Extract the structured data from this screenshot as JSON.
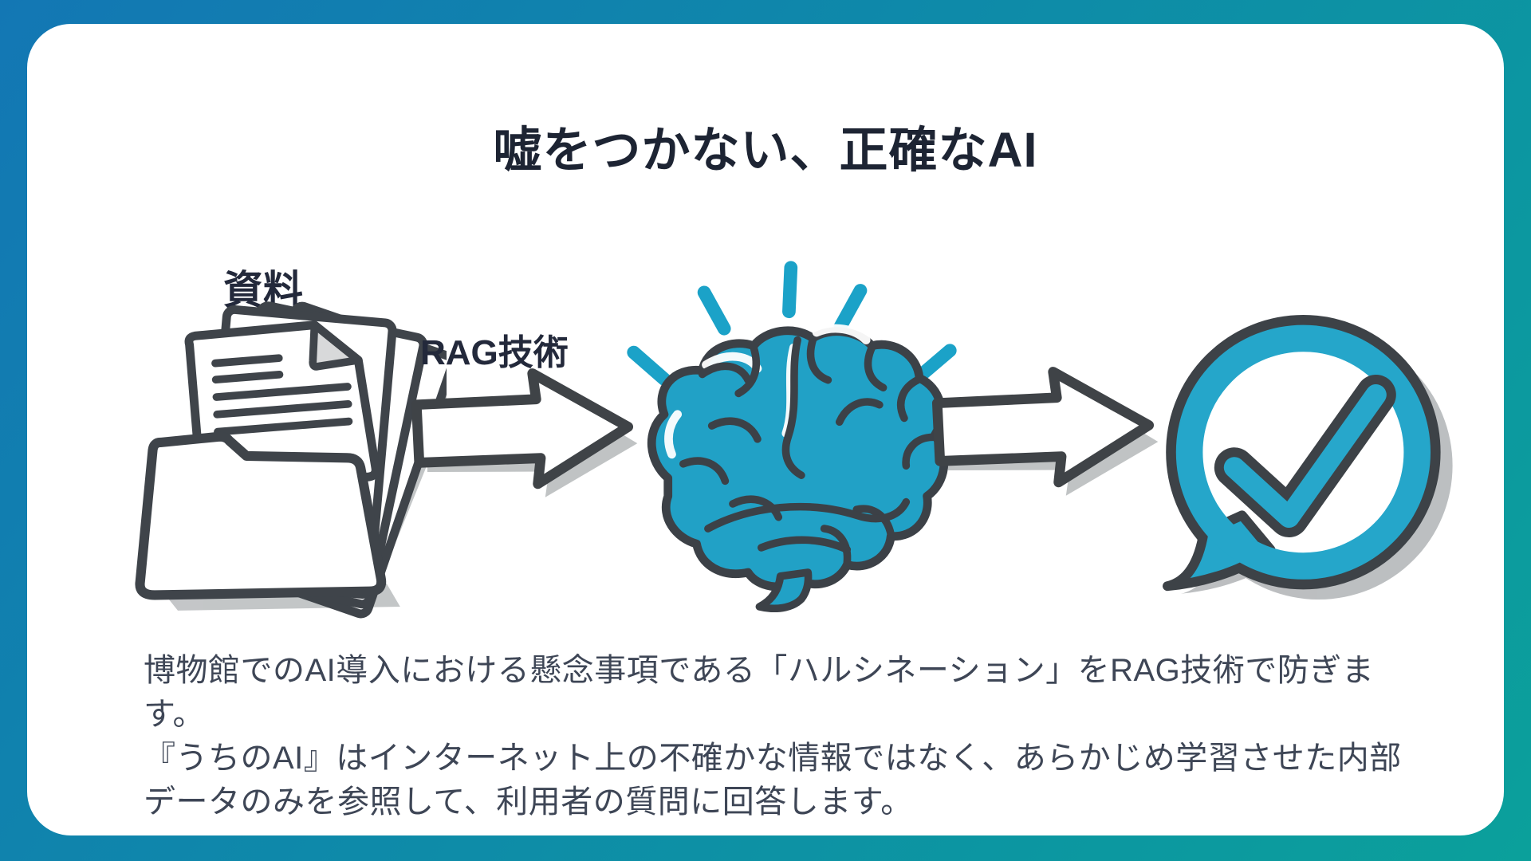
{
  "slide": {
    "title": "嘘をつかない、正確なAI",
    "description_lines": [
      "博物館でのAI導入における懸念事項である「ハルシネーション」をRAG技術で防ぎます。",
      "『うちのAI』はインターネット上の不確かな情報ではなく、あらかじめ学習させた内部",
      "データのみを参照して、利用者の質問に回答します。"
    ]
  },
  "diagram": {
    "source_label": "資料",
    "process_label": "RAG技術",
    "flow": [
      "folder-documents-icon",
      "arrow-right-icon",
      "brain-icon",
      "arrow-right-icon",
      "speech-bubble-check-icon"
    ]
  },
  "colors": {
    "background_gradient_start": "#1377b4",
    "background_gradient_end": "#0ba09b",
    "card": "#ffffff",
    "title_text": "#1d2433",
    "label_text": "#23293b",
    "body_text": "#3e4656",
    "accent_teal": "#21a1c6",
    "icon_outline": "#3d4247",
    "icon_shadow": "#b5b8ba"
  }
}
